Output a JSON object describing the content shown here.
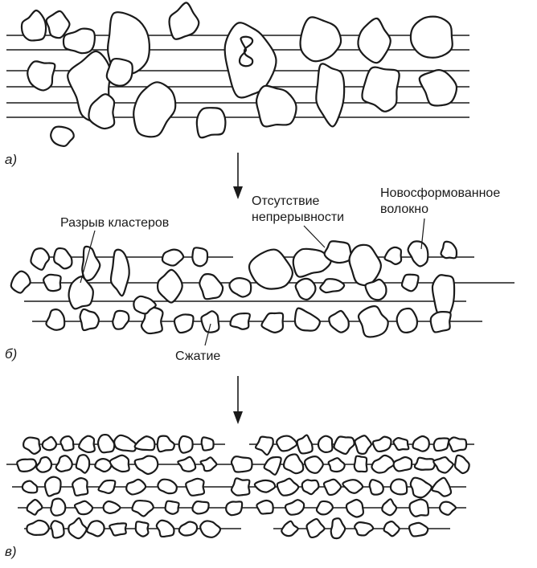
{
  "panels": {
    "a": "а)",
    "b": "б)",
    "c": "в)"
  },
  "labels": {
    "cluster_break": "Разрыв кластеров",
    "discontinuity_line1": "Отсутствие",
    "discontinuity_line2": "непрерывности",
    "new_fiber_line1": "Новосформованное",
    "new_fiber_line2": "волокно",
    "compression": "Сжатие"
  }
}
